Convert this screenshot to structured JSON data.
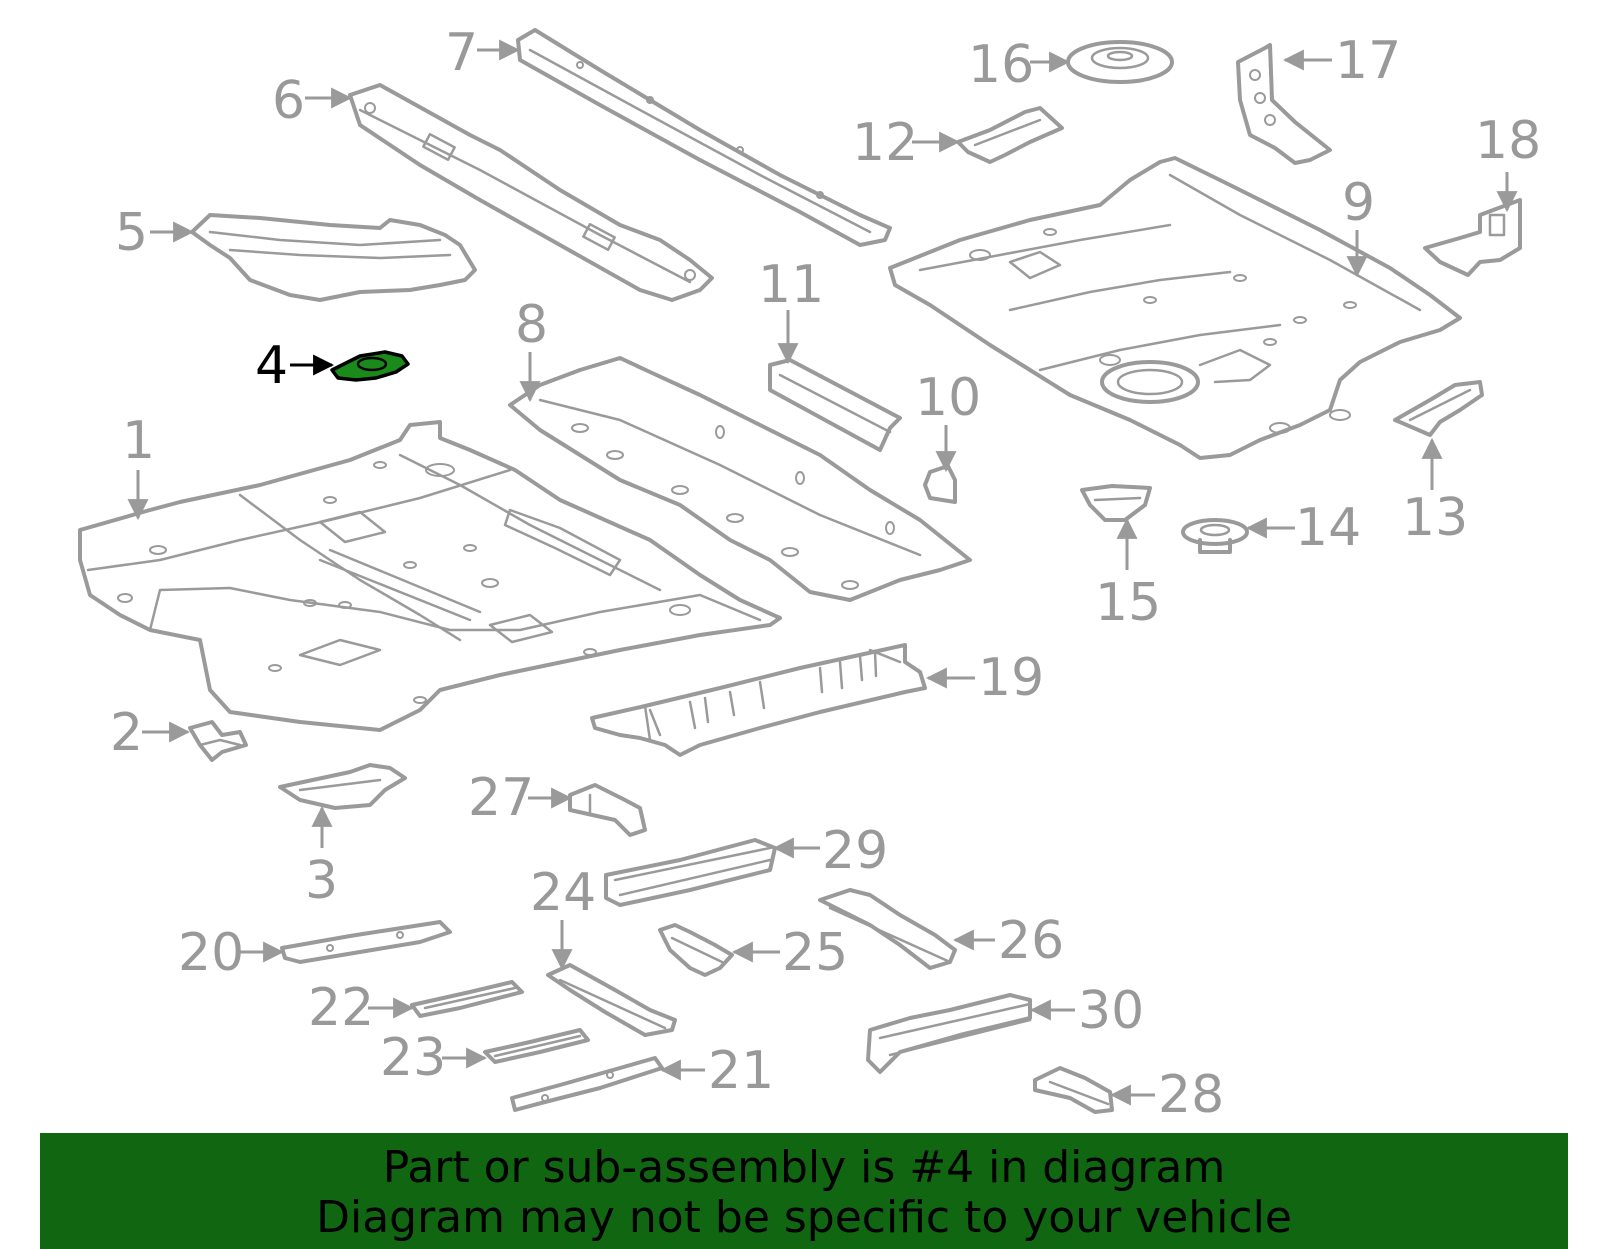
{
  "diagram": {
    "highlighted_part": "4",
    "callouts": [
      "1",
      "2",
      "3",
      "4",
      "5",
      "6",
      "7",
      "8",
      "9",
      "10",
      "11",
      "12",
      "13",
      "14",
      "15",
      "16",
      "17",
      "18",
      "19",
      "20",
      "21",
      "22",
      "23",
      "24",
      "25",
      "26",
      "27",
      "28",
      "29",
      "30"
    ]
  },
  "colors": {
    "line": "#9a9a9a",
    "label": "#999999",
    "highlight_fill": "#1a8a1a",
    "banner_bg": "#116611",
    "banner_text": "#000000"
  },
  "banner": {
    "line1": "Part or sub-assembly is #4 in diagram",
    "line2": "Diagram may not be specific to your vehicle"
  }
}
